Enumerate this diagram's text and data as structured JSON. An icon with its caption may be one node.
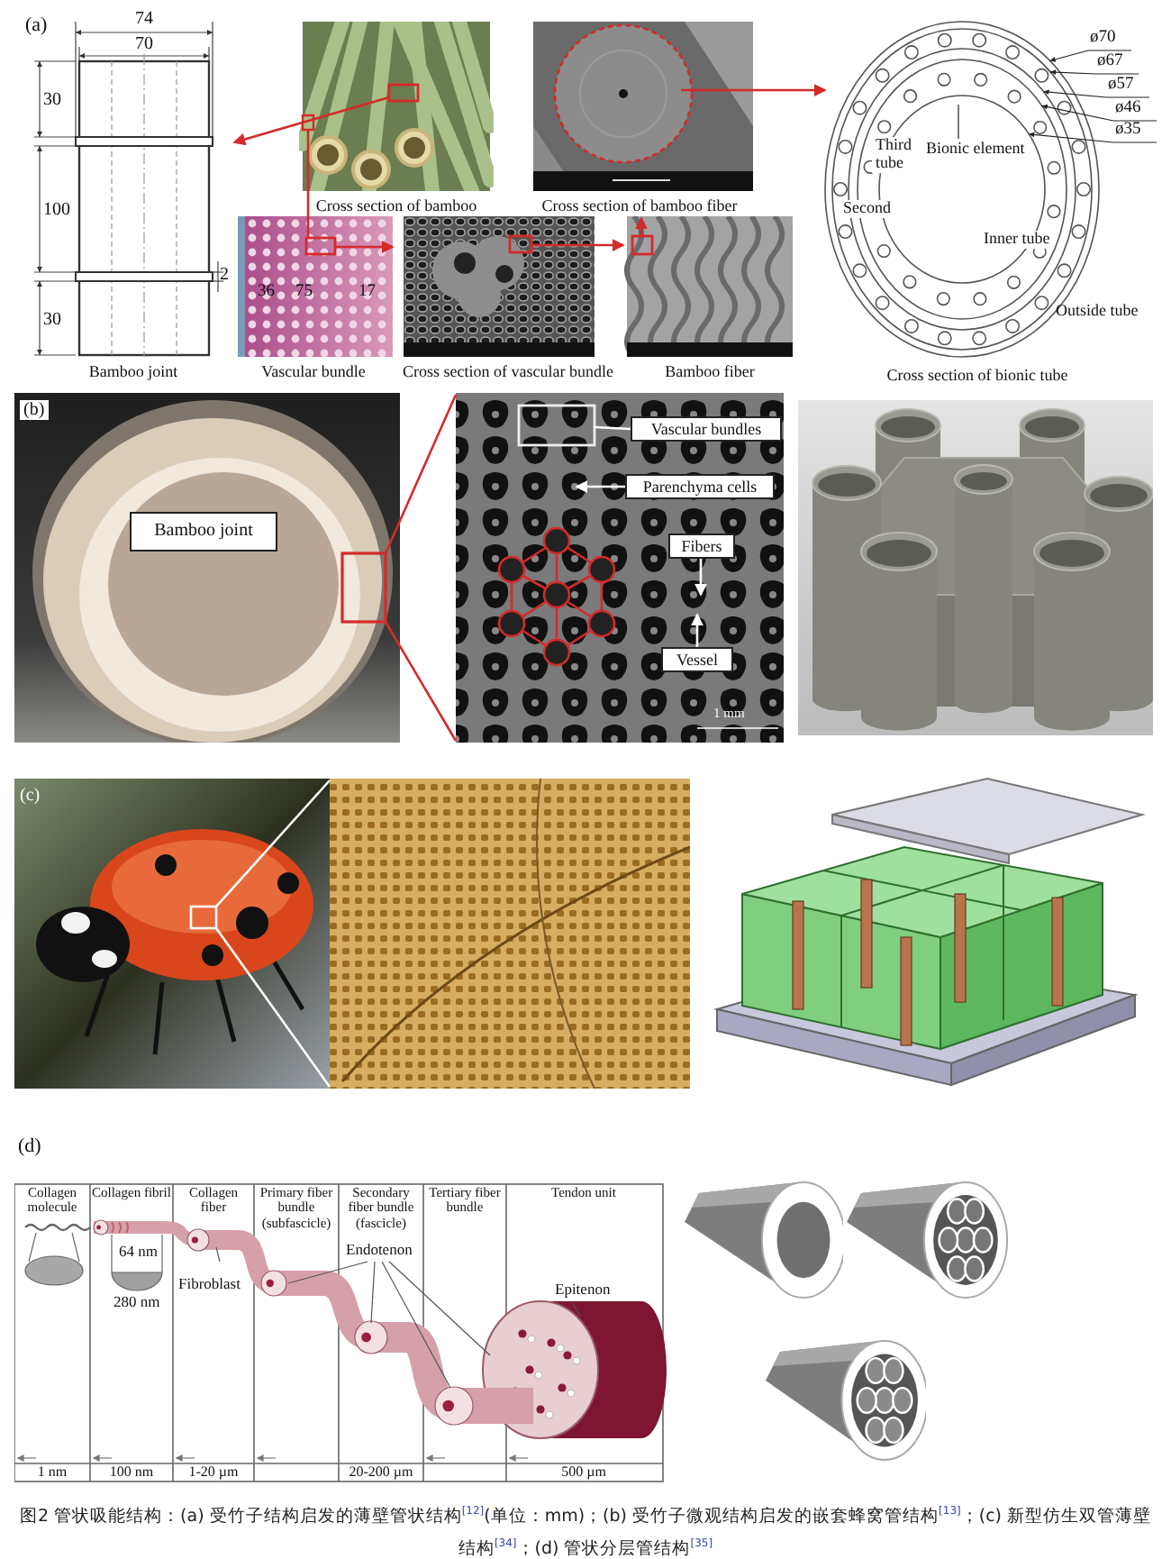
{
  "diagram": {
    "caption": "图2 管状吸能结构：(a) 受竹子结构启发的薄壁管状结构$^{[12]}$(单位：mm)；(b) 受竹子微观结构启发的嵌套蜂窝管结构$^{[13]}$；(c) 新型仿生双管薄壁结构$^{[34]}$；(d) 管状分层管结构$^{[35]}$",
    "nodes": [
      {
        "text": [],
        "shape": "picture",
        "beside": [
          "Bamboo joint"
        ]
      },
      {
        "text": [],
        "shape": "picture",
        "beside": [
          "Cross section of bamboo"
        ]
      },
      {
        "text": [],
        "shape": "picture",
        "beside": [
          "Cross section of bamboo fiber"
        ]
      },
      {
        "text": [],
        "shape": "picture",
        "beside": [
          "Vascular bundle"
        ]
      },
      {
        "text": [],
        "shape": "picture",
        "beside": [
          "Cross section of vascular bundle"
        ]
      },
      {
        "text": [],
        "shape": "picture",
        "beside": [
          "Bamboo fiber"
        ]
      },
      {
        "text": [],
        "shape": "picture",
        "beside": [
          "Cross section of bionic tube"
        ]
      },
      {
        "text": [
          "Bamboo joint"
        ]
      },
      {
        "text": [],
        "shape": "picture"
      },
      {
        "text": [],
        "shape": "picture"
      },
      {
        "text": [
          "Vascular bundles"
        ],
        "in": 8
      },
      {
        "text": [
          "Parenchyma cells"
        ],
        "in": 8
      },
      {
        "text": [
          "Fibers"
        ],
        "in": 8
      },
      {
        "text": [
          "Vessel"
        ],
        "in": 8
      },
      {
        "text": [],
        "shape": "picture"
      },
      {
        "text": [],
        "shape": "picture"
      },
      {
        "text": [],
        "shape": "picture"
      },
      {
        "text": [],
        "shape": "picture"
      },
      {
        "text": [],
        "shape": "picture"
      },
      {
        "text": [],
        "shape": "picture"
      },
      {
        "text": [],
        "shape": "picture"
      }
    ],
    "edges": [
      {
        "from": 1,
        "to": 0,
        "arrow": "to"
      },
      {
        "from": 1,
        "to": 3,
        "arrow": "none"
      },
      {
        "from": 3,
        "to": 4,
        "arrow": "to"
      },
      {
        "from": 4,
        "to": 5,
        "arrow": "to"
      },
      {
        "from": 5,
        "to": 2,
        "arrow": "to"
      },
      {
        "from": 2,
        "to": 6,
        "arrow": "to"
      },
      {
        "from": 7,
        "to": 8,
        "arrow": "none"
      },
      {
        "from": 10,
        "to": null,
        "arrow": "none",
        "color": "#ffffff"
      },
      {
        "from": 11,
        "to": null,
        "arrow": "to",
        "color": "#ffffff"
      },
      {
        "from": 12,
        "to": null,
        "arrow": "to",
        "color": "#ffffff"
      },
      {
        "from": 13,
        "to": null,
        "arrow": "to",
        "color": "#ffffff"
      },
      {
        "from": 14,
        "to": 15,
        "arrow": "none",
        "color": "#ffffff"
      }
    ],
    "labels": [
      "(a)",
      "74",
      "70",
      "30",
      "100",
      "2",
      "30",
      "36",
      "75",
      "17",
      "ø70",
      "ø67",
      "ø57",
      "ø46",
      "ø35",
      "Third tube",
      "Bionic element",
      "Second",
      "Inner tube",
      "Outside tube",
      "(b)",
      "1 mm",
      "(c)",
      "(d)",
      "Collagen molecule",
      "Collagen fibril",
      "Collagen fiber",
      "Primary fiber bundle (subfascicle)",
      "Secondary fiber bundle (fascicle)",
      "Tertiary fiber bundle",
      "Tendon unit",
      "64 nm",
      "280 nm",
      "Fibroblast",
      "Endotenon",
      "Epitenon",
      "1 nm",
      "100 nm",
      "1-20 µm",
      "20-200 µm",
      "500 µm"
    ]
  }
}
